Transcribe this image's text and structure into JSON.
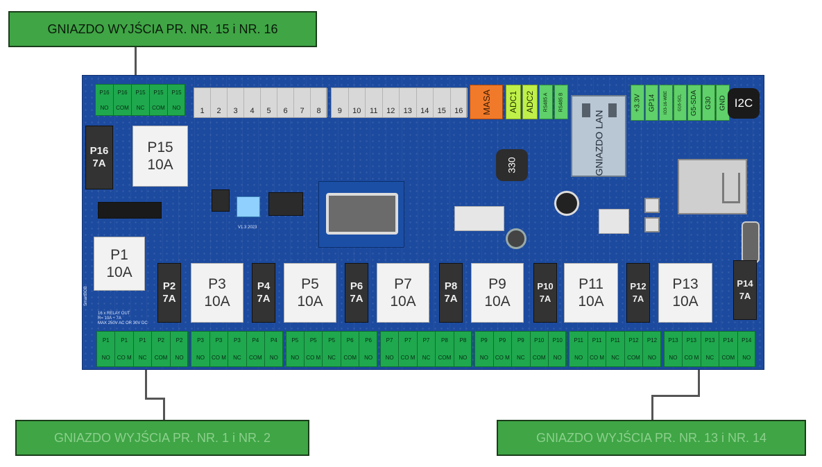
{
  "callouts": {
    "top": "GNIAZDO WYJŚCIA PR. NR. 15 i  NR. 16",
    "bottom_left": "GNIAZDO WYJŚCIA PR. NR. 1 i  NR. 2",
    "bottom_right": "GNIAZDO WYJŚCIA PR. NR. 13 i  NR. 14"
  },
  "top_terminal": [
    {
      "num": "P16",
      "role": "NO"
    },
    {
      "num": "P16",
      "role": "COM"
    },
    {
      "num": "P15",
      "role": "NC"
    },
    {
      "num": "P15",
      "role": "COM"
    },
    {
      "num": "P15",
      "role": "NO"
    }
  ],
  "input_pins": [
    "1",
    "2",
    "3",
    "4",
    "5",
    "6",
    "7",
    "8",
    "9",
    "10",
    "11",
    "12",
    "13",
    "14",
    "15",
    "16"
  ],
  "power_blocks": {
    "masa": "MASA",
    "adc1": "ADC1",
    "adc2": "ADC2",
    "rs485a": "RS485 A",
    "rs485b": "RS485 B",
    "lan": "GNIAZDO LAN",
    "i2c": "I2C",
    "inductor": "330"
  },
  "gpio": [
    "+3.3V",
    "GP14",
    "IO3-16-WBE",
    "G16-SCL",
    "G5-SDA",
    "G30",
    "GND"
  ],
  "relays": [
    {
      "name": "P1",
      "rating": "10A"
    },
    {
      "name": "P2",
      "rating": "7A"
    },
    {
      "name": "P3",
      "rating": "10A"
    },
    {
      "name": "P4",
      "rating": "7A"
    },
    {
      "name": "P5",
      "rating": "10A"
    },
    {
      "name": "P6",
      "rating": "7A"
    },
    {
      "name": "P7",
      "rating": "10A"
    },
    {
      "name": "P8",
      "rating": "7A"
    },
    {
      "name": "P9",
      "rating": "10A"
    },
    {
      "name": "P10",
      "rating": "7A"
    },
    {
      "name": "P11",
      "rating": "10A"
    },
    {
      "name": "P12",
      "rating": "7A"
    },
    {
      "name": "P13",
      "rating": "10A"
    },
    {
      "name": "P14",
      "rating": "7A"
    },
    {
      "name": "P15",
      "rating": "10A"
    },
    {
      "name": "P16",
      "rating": "7A"
    }
  ],
  "bottom_terminals": [
    {
      "num": "P1",
      "role": "NO"
    },
    {
      "num": "P1",
      "role": "CO M"
    },
    {
      "num": "P1",
      "role": "NC"
    },
    {
      "num": "P2",
      "role": "COM"
    },
    {
      "num": "P2",
      "role": "NO"
    },
    {
      "num": "P3",
      "role": "NO"
    },
    {
      "num": "P3",
      "role": "CO M"
    },
    {
      "num": "P3",
      "role": "NC"
    },
    {
      "num": "P4",
      "role": "COM"
    },
    {
      "num": "P4",
      "role": "NO"
    },
    {
      "num": "P5",
      "role": "NO"
    },
    {
      "num": "P5",
      "role": "CO M"
    },
    {
      "num": "P5",
      "role": "NC"
    },
    {
      "num": "P6",
      "role": "COM"
    },
    {
      "num": "P6",
      "role": "NO"
    },
    {
      "num": "P7",
      "role": "NO"
    },
    {
      "num": "P7",
      "role": "CO M"
    },
    {
      "num": "P7",
      "role": "NC"
    },
    {
      "num": "P8",
      "role": "COM"
    },
    {
      "num": "P8",
      "role": "NO"
    },
    {
      "num": "P9",
      "role": "NO"
    },
    {
      "num": "P9",
      "role": "CO M"
    },
    {
      "num": "P9",
      "role": "NC"
    },
    {
      "num": "P10",
      "role": "COM"
    },
    {
      "num": "P10",
      "role": "NO"
    },
    {
      "num": "P11",
      "role": "NO"
    },
    {
      "num": "P11",
      "role": "CO M"
    },
    {
      "num": "P11",
      "role": "NC"
    },
    {
      "num": "P12",
      "role": "COM"
    },
    {
      "num": "P12",
      "role": "NO"
    },
    {
      "num": "P13",
      "role": "NO"
    },
    {
      "num": "P13",
      "role": "CO M"
    },
    {
      "num": "P13",
      "role": "NC"
    },
    {
      "num": "P14",
      "role": "COM"
    },
    {
      "num": "P14",
      "role": "NO"
    }
  ],
  "silkscreen": {
    "board_name": "V1.3  2023",
    "relay_spec": "16 x RELAY OUT\nR= 10A ÷ 7A\nMAX 250V AC OR 30V DC",
    "brand": "SmartBOB"
  }
}
